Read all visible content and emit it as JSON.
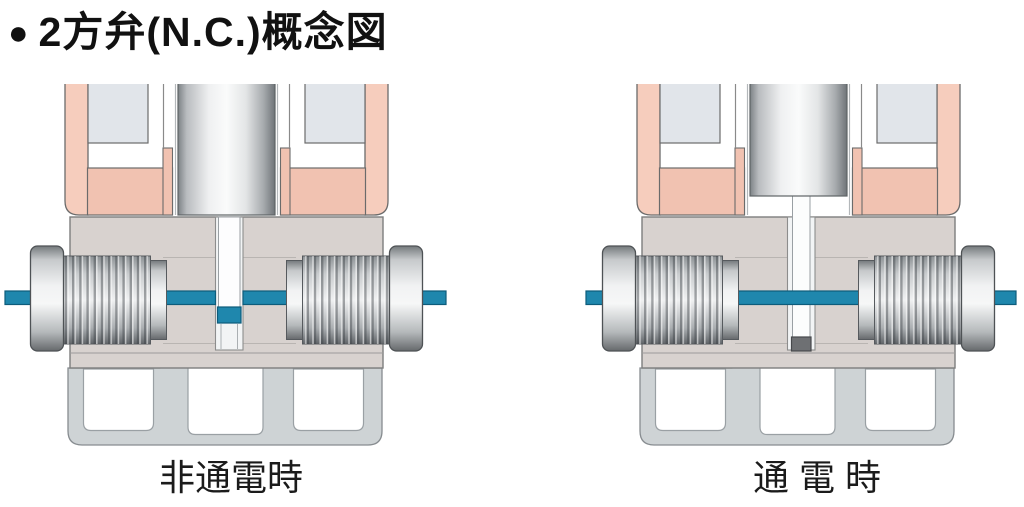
{
  "title": {
    "bullet": "●",
    "text": "2方弁(N.C.)概念図"
  },
  "diagram": {
    "type": "solenoid-valve-cross-section-concept",
    "valve_kind": "2-way valve, normally closed (N.C.)",
    "states": [
      {
        "id": "deenergized",
        "label": "非通電時",
        "flow_state": "closed (plunger down, flow path blocked at seat)"
      },
      {
        "id": "energized",
        "label": "通電時",
        "flow_state": "open (plunger retracted, continuous flow path)"
      }
    ]
  },
  "colors": {
    "ink": "#111111",
    "pink": "#f6cdbd",
    "pink2": "#f1c2b1",
    "winding": "#e1e5ea",
    "body": "#d8d2cf",
    "base": "#ced3d5",
    "blue": "#1f87ad",
    "blueDark": "#0d5c7b",
    "tip": "#6e7073",
    "outline": "#6b6b6b"
  }
}
